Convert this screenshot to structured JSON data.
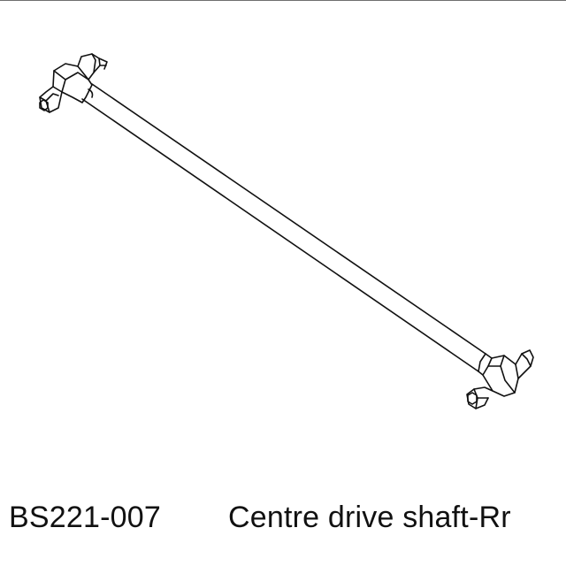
{
  "caption": {
    "part_number": "BS221-007",
    "part_name": "Centre drive shaft-Rr"
  },
  "drawing": {
    "part": "centre-drive-shaft",
    "line_color": "#111111"
  }
}
